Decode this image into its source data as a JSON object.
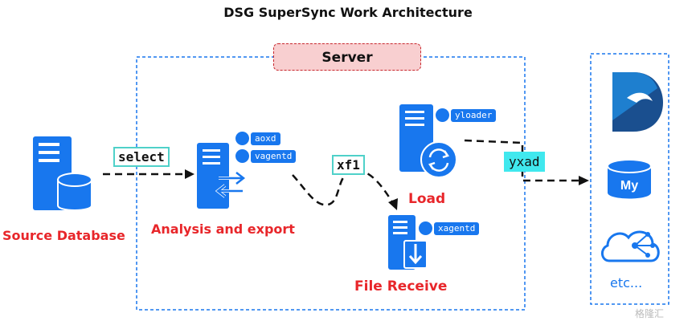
{
  "title": "DSG SuperSync Work Architecture",
  "server_label": "Server",
  "nodes": {
    "source": {
      "label": "Source Database"
    },
    "analysis": {
      "label": "Analysis and export",
      "tags": [
        "aoxd",
        "vagentd"
      ]
    },
    "load": {
      "label": "Load",
      "tags": [
        "yloader"
      ]
    },
    "file_receive": {
      "label": "File Receive",
      "tags": [
        "xagentd"
      ]
    }
  },
  "edges": {
    "select": "select",
    "xf1": "xf1",
    "yxad": "yxad"
  },
  "targets": {
    "etc_label": "etc..."
  },
  "watermark": "格隆汇",
  "colors": {
    "accent": "#1877ee",
    "label_red": "#e8262a",
    "edge_label_border": "#4fd1c9",
    "edge_label_fill": "#40e8ee",
    "server_fill": "#f8cfd0"
  }
}
